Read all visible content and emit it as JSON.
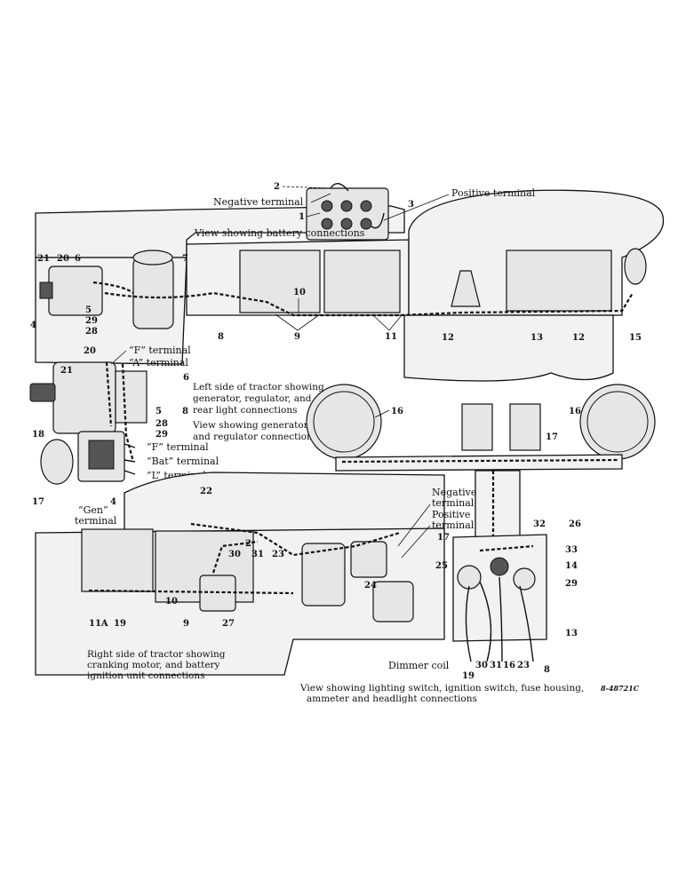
{
  "labels": {
    "negative_terminal_top": "Negative terminal",
    "positive_terminal_top": "Positive terminal",
    "battery_view": "View showing battery connections",
    "f_terminal_gen": "“F” terminal",
    "a_terminal": "“A” terminal",
    "left_side_caption": [
      "Left side of tractor showing",
      "generator, regulator, and",
      "rear light connections"
    ],
    "generator_view": [
      "View showing generator",
      "and regulator connections"
    ],
    "f_terminal_reg": "“F” terminal",
    "bat_terminal": "“Bat” terminal",
    "l_terminal": "“L” terminal",
    "gen_terminal": [
      "“Gen”",
      "terminal"
    ],
    "negative_terminal_right": [
      "Negative",
      "terminal"
    ],
    "positive_terminal_right": [
      "Positive",
      "terminal"
    ],
    "right_side_caption": [
      "Right side of tractor showing",
      "cranking motor, and battery",
      "ignition unit connections"
    ],
    "dimmer_coil": "Dimmer coil",
    "lighting_view": [
      "View showing lighting switch, ignition switch, fuse housing,",
      "ammeter and headlight connections"
    ],
    "drawing_code": "8-48721C"
  },
  "callouts": {
    "n2": "2",
    "n1": "1",
    "n3": "3",
    "n21a": "21",
    "n20a": "20",
    "n6a": "6",
    "n7": "7",
    "n5a": "5",
    "n29a": "29",
    "n4a": "4",
    "n28a": "28",
    "n8a": "8",
    "n10a": "10",
    "n9a": "9",
    "n11": "11",
    "n12a": "12",
    "n13a": "13",
    "n12b": "12",
    "n15": "15",
    "n21b": "21",
    "n20b": "20",
    "n6b": "6",
    "n5b": "5",
    "n8b": "8",
    "n28b": "28",
    "n29b": "29",
    "n4b": "4",
    "n18": "18",
    "n17a": "17",
    "n16a": "16",
    "n16b": "16",
    "n17b": "17",
    "n22": "22",
    "n2b": "2",
    "n30a": "30",
    "n31a": "31",
    "n23a": "23",
    "n24": "24",
    "n11A": "11A",
    "n19a": "19",
    "n10b": "10",
    "n9b": "9",
    "n27": "27",
    "n17c": "17",
    "n32": "32",
    "n26": "26",
    "n33": "33",
    "n25": "25",
    "n14": "14",
    "n29c": "29",
    "n13b": "13",
    "n19b": "19",
    "n30b": "30",
    "n31b": "31",
    "n16c": "16",
    "n23b": "23",
    "n8c": "8"
  }
}
